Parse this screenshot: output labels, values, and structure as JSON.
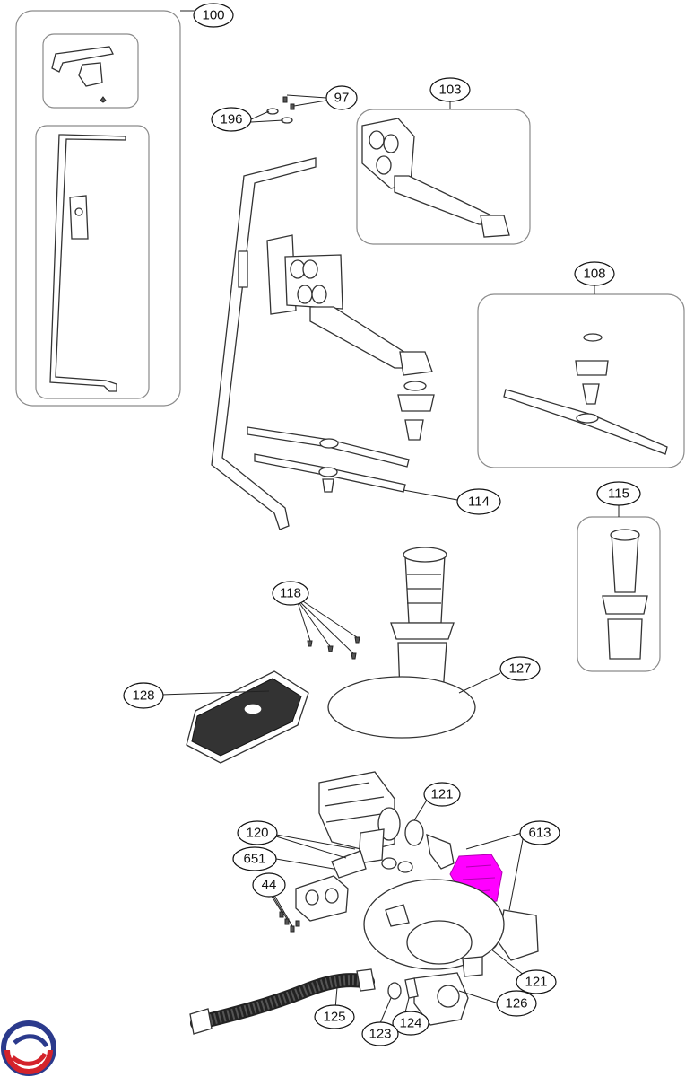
{
  "callouts": {
    "c100": "100",
    "c97": "97",
    "c196": "196",
    "c103": "103",
    "c108": "108",
    "c114": "114",
    "c115": "115",
    "c118": "118",
    "c127": "127",
    "c128": "128",
    "c121a": "121",
    "c120": "120",
    "c613": "613",
    "c651": "651",
    "c44": "44",
    "c121b": "121",
    "c126": "126",
    "c125": "125",
    "c124": "124",
    "c123": "123"
  },
  "highlight_part": "613",
  "colors": {
    "highlight": "#ff00ff",
    "logo_red": "#d4232b",
    "logo_blue": "#2b3a8c"
  }
}
